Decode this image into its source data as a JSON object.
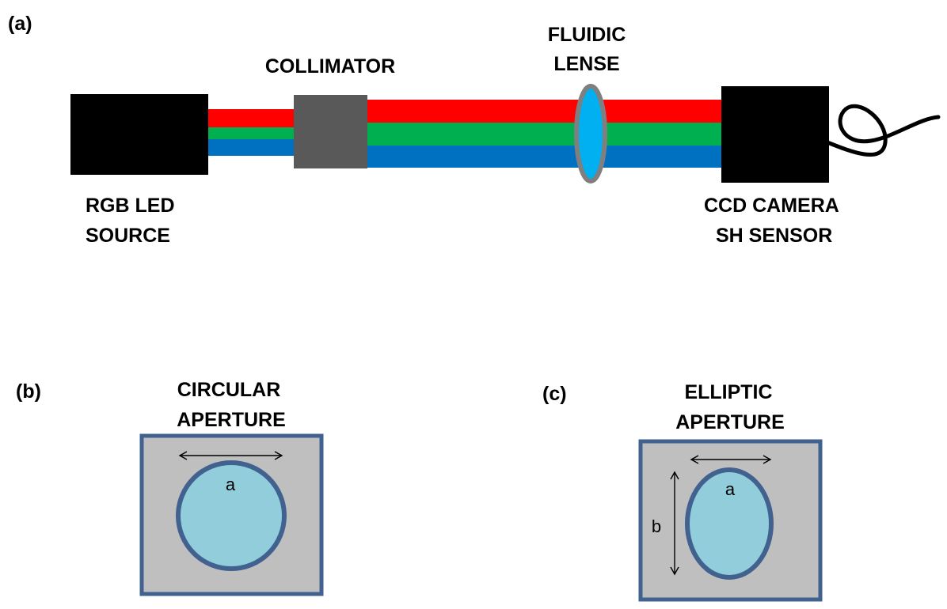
{
  "panel_a": {
    "tag": "(a)",
    "source_label": [
      "RGB LED",
      "SOURCE"
    ],
    "collimator_label": "COLLIMATOR",
    "lens_label": [
      "FLUIDIC",
      "LENSE"
    ],
    "camera_label": [
      "CCD CAMERA",
      "SH SENSOR"
    ]
  },
  "panel_b": {
    "tag": "(b)",
    "title": [
      "CIRCULAR",
      "APERTURE"
    ],
    "dim_a": "a"
  },
  "panel_c": {
    "tag": "(c)",
    "title": [
      "ELLIPTIC",
      "APERTURE"
    ],
    "dim_a": "a",
    "dim_b": "b"
  },
  "colors": {
    "red_beam": "#ff0000",
    "green_beam": "#00b050",
    "blue_beam": "#0070c0",
    "device": "#000000",
    "collimator": "#595959",
    "lens_fill": "#00b0f0",
    "lens_stroke": "#7f7f7f",
    "aperture_plate": "#bfbfbf",
    "aperture_border": "#41628f",
    "aperture_fill": "#92cddc"
  }
}
